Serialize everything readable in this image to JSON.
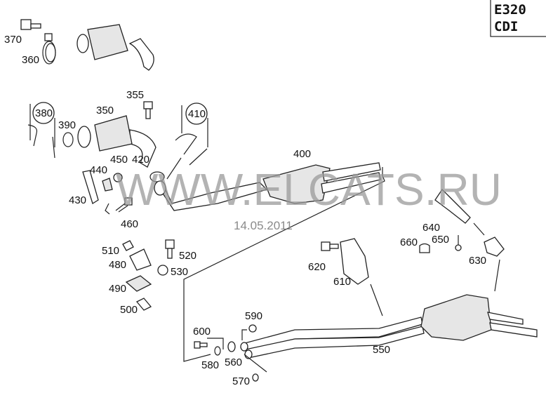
{
  "model_box": {
    "line1": "E320",
    "line2": "CDI"
  },
  "watermark": "WWW.ELCATS.RU",
  "date": "14.05.2011",
  "labels": [
    "370",
    "360",
    "355",
    "380",
    "350",
    "390",
    "410",
    "450",
    "440",
    "420",
    "430",
    "460",
    "400",
    "640",
    "660",
    "650",
    "630",
    "620",
    "610",
    "510",
    "520",
    "480",
    "530",
    "490",
    "500",
    "590",
    "600",
    "550",
    "580",
    "560",
    "570"
  ]
}
